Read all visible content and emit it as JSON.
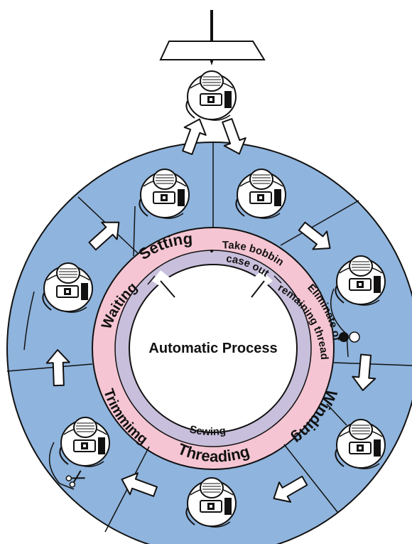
{
  "center_title": "Automatic Process",
  "stages": [
    {
      "key": "setting",
      "label": "Setting"
    },
    {
      "key": "take_out",
      "label_line1": "Take bobbin",
      "label_line2": "case out"
    },
    {
      "key": "eliminate",
      "label_line1": "Eliminate of",
      "label_line2": "remaining thread"
    },
    {
      "key": "winding",
      "label": "Winding"
    },
    {
      "key": "threading",
      "label": "Threading"
    },
    {
      "key": "sewing",
      "label": "Sewing"
    },
    {
      "key": "trimming",
      "label": "Trimmimg"
    },
    {
      "key": "waiting",
      "label": "Waiting"
    }
  ],
  "colors": {
    "outer_ring": "#8fb4dd",
    "label_ring": "#f5c5d3",
    "inner_ring": "#c8bfdc",
    "outline": "#111111",
    "arrow_fill": "#ffffff"
  },
  "icons": [
    "needle-icon",
    "bobbin-case-icon",
    "cycle-arrow-icon",
    "scissors-icon"
  ]
}
